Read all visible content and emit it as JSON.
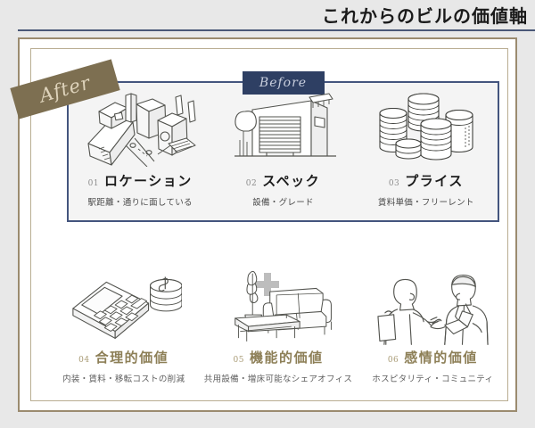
{
  "header": {
    "title": "これからのビルの価値軸"
  },
  "badges": {
    "after_label": "After",
    "before_label": "Before"
  },
  "separator": {
    "symbol": "plus"
  },
  "before_section": {
    "items": [
      {
        "num": "01",
        "name": "ロケーション",
        "desc": "駅距離・通りに面している",
        "icon": "cityscape-aerial-icon"
      },
      {
        "num": "02",
        "name": "スペック",
        "desc": "設備・グレード",
        "icon": "office-building-tree-icon"
      },
      {
        "num": "03",
        "name": "プライス",
        "desc": "賃料単価・フリーレント",
        "icon": "coin-stacks-icon"
      }
    ]
  },
  "after_section": {
    "items": [
      {
        "num": "04",
        "name": "合理的価値",
        "desc": "内装・賃料・移転コストの削減",
        "icon": "calculator-coins-icon"
      },
      {
        "num": "05",
        "name": "機能的価値",
        "desc": "共用設備・増床可能なシェアオフィス",
        "icon": "sofa-lounge-icon"
      },
      {
        "num": "06",
        "name": "感情的価値",
        "desc": "ホスピタリティ・コミュニティ",
        "icon": "two-people-talking-icon"
      }
    ]
  },
  "colors": {
    "background": "#e8e8e8",
    "card": "#ffffff",
    "gold_border": "#9b8b6f",
    "after_ribbon": "#7d6f51",
    "before_badge": "#2e3f63",
    "before_box_border": "#44557e",
    "before_box_fill": "#f4f4f4",
    "header_rule": "#4a5878",
    "after_text": "#8d7f57",
    "plus": "#bdbdbd"
  }
}
